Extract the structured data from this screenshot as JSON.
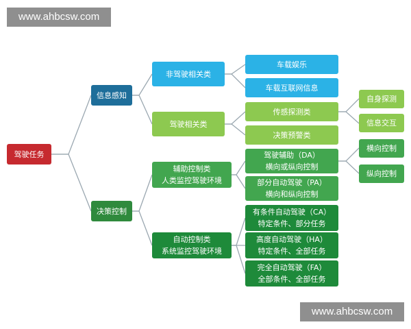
{
  "watermark": {
    "top": "www.ahbcsw.com",
    "bottom": "www.ahbcsw.com"
  },
  "root": "驾驶任务",
  "level1": {
    "perception": "信息感知",
    "control": "决策控制"
  },
  "perception": {
    "non_driving": "非驾驶相关类",
    "driving": "驾驶相关类",
    "non_driving_children": [
      "车载娱乐",
      "车载互联网信息"
    ],
    "driving_children": [
      "传感探测类",
      "决策预警类"
    ],
    "sensing_children": [
      "自身探测",
      "信息交互"
    ]
  },
  "control": {
    "assist": [
      "辅助控制类",
      "人类监控驾驶环境"
    ],
    "auto": [
      "自动控制类",
      "系统监控驾驶环境"
    ],
    "assist_children": [
      [
        "驾驶辅助（DA）",
        "横向或纵向控制"
      ],
      [
        "部分自动驾驶（PA）",
        "横向和纵向控制"
      ]
    ],
    "auto_children": [
      [
        "有条件自动驾驶（CA）",
        "特定条件、部分任务"
      ],
      [
        "高度自动驾驶（HA）",
        "特定条件、全部任务"
      ],
      [
        "完全自动驾驶（FA）",
        "全部条件、全部任务"
      ]
    ],
    "da_children": [
      "横向控制",
      "纵向控制"
    ]
  },
  "colors": {
    "root": "#c62a2f",
    "level1_blue": "#1e6e9a",
    "level1_green": "#2f8a3d",
    "light_blue": "#2bb2e6",
    "light_green": "#8dc950",
    "mid_green": "#42a64f",
    "deep_green": "#1e8a3a",
    "connector": "#9aa7b0",
    "watermark_bg": "#8f8f8f"
  }
}
